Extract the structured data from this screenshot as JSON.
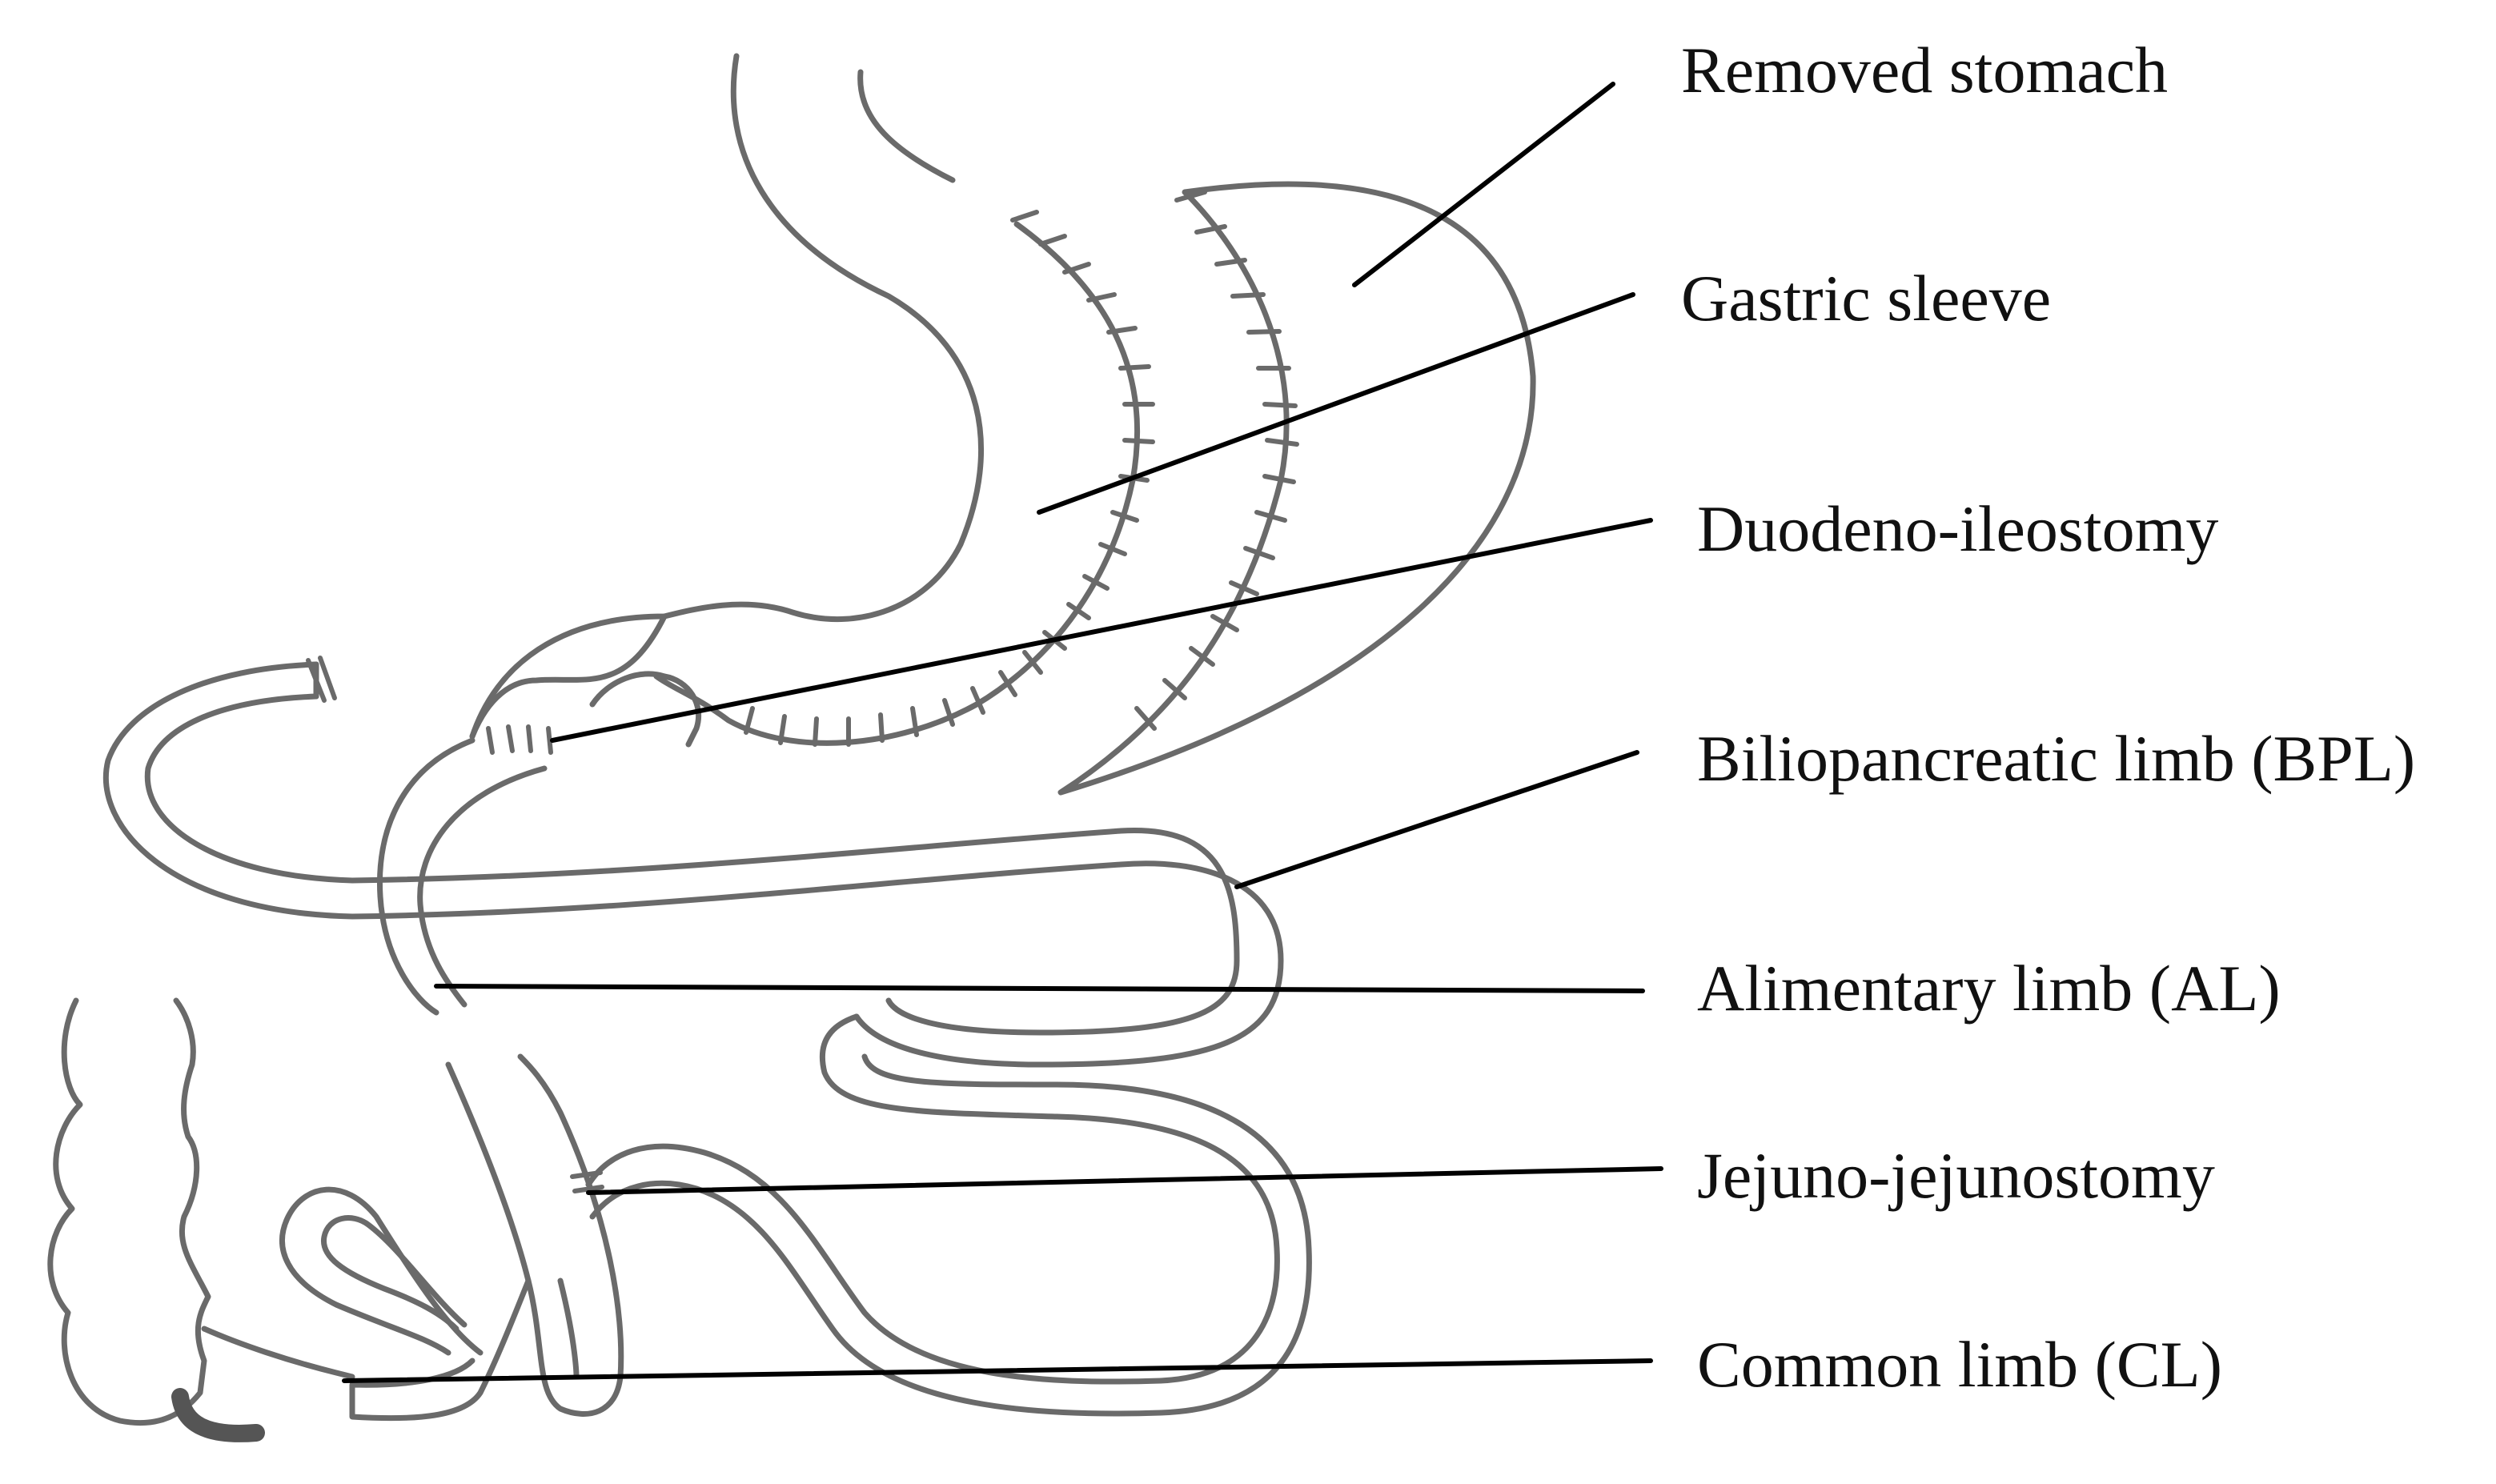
{
  "labels": {
    "removed_stomach": "Removed stomach",
    "gastric_sleeve": "Gastric sleeve",
    "duodeno_ileostomy": "Duodeno-ileostomy",
    "biliopancreatic_limb": "Biliopancreatic limb (BPL)",
    "alimentary_limb": "Alimentary limb (AL)",
    "jejuno_jejunostomy": "Jejuno-jejunostomy",
    "common_limb": "Common limb (CL)"
  },
  "colors": {
    "organ_outline": "#6a6a6a",
    "leader_line": "#000000",
    "colon_tail": "#555555",
    "label_text": "#111111"
  }
}
